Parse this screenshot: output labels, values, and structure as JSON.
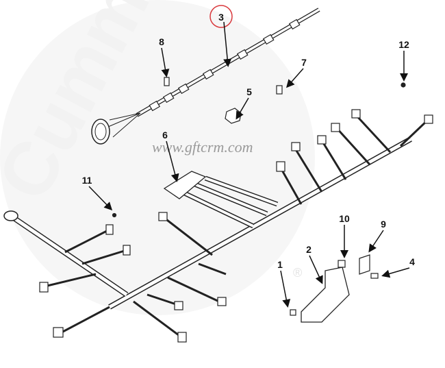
{
  "watermark": {
    "site": "www.gftcrm.com",
    "brand": "Cummins",
    "registered": "®"
  },
  "highlight_color": "#d9383c",
  "callouts": [
    {
      "id": "1",
      "label": "1"
    },
    {
      "id": "2",
      "label": "2"
    },
    {
      "id": "3",
      "label": "3",
      "highlighted": true
    },
    {
      "id": "4",
      "label": "4"
    },
    {
      "id": "5",
      "label": "5"
    },
    {
      "id": "6",
      "label": "6"
    },
    {
      "id": "7",
      "label": "7"
    },
    {
      "id": "8",
      "label": "8"
    },
    {
      "id": "9",
      "label": "9"
    },
    {
      "id": "10",
      "label": "10"
    },
    {
      "id": "11",
      "label": "11"
    },
    {
      "id": "12",
      "label": "12"
    }
  ]
}
